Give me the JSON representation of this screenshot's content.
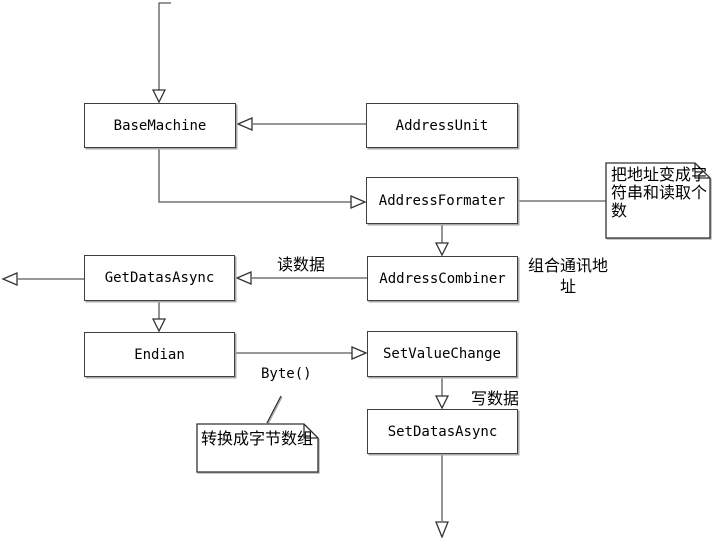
{
  "diagram": {
    "nodes": {
      "basemachine": "BaseMachine",
      "addressunit": "AddressUnit",
      "addressformater": "AddressFormater",
      "getdatasasync": "GetDatasAsync",
      "addresscombiner": "AddressCombiner",
      "endian": "Endian",
      "setvaluechange": "SetValueChange",
      "setdatasasync": "SetDatasAsync"
    },
    "notes": {
      "address_note": "把地址变成字符串和读取个数",
      "byte_note": "转换成字节数组"
    },
    "edge_labels": {
      "read_data": "读数据",
      "combine_address": "组合通讯地址",
      "byte_call": "Byte()",
      "write_data": "写数据"
    },
    "colors": {
      "line": "#595959",
      "node_border": "#3f3f3f",
      "arrowhead_fill": "#ffffff",
      "background": "#ffffff"
    }
  }
}
